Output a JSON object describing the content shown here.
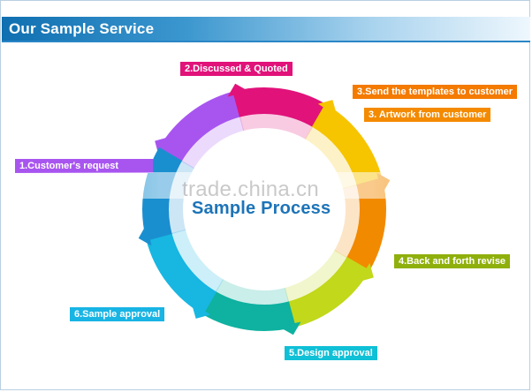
{
  "header": {
    "title": "Our Sample Service"
  },
  "center": {
    "title": "Sample Process",
    "watermark": "trade.china.cn"
  },
  "steps": [
    {
      "label": "1.Customer's request",
      "color": "#a855f0"
    },
    {
      "label": "2.Discussed & Quoted",
      "color": "#e1127a"
    },
    {
      "label": "3.Send the templates to customer",
      "color": "#f47a00"
    },
    {
      "label": "3. Artwork from customer",
      "color": "#f48a00"
    },
    {
      "label": "4.Back and forth revise",
      "color": "#8fb00c"
    },
    {
      "label": "5.Design approval",
      "color": "#0fc0d6"
    },
    {
      "label": "6.Sample approval",
      "color": "#18b4e4"
    }
  ],
  "ring_colors": [
    "#a855f0",
    "#e1127a",
    "#f7c400",
    "#f28a00",
    "#c2d81a",
    "#0fb1a0",
    "#17b7e2",
    "#1a8fd0"
  ]
}
